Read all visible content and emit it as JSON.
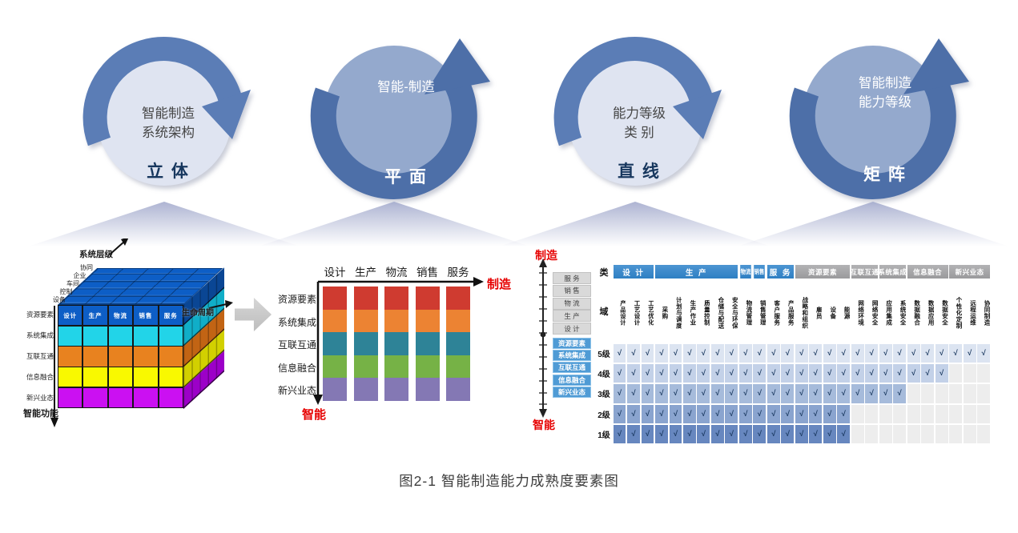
{
  "caption": "图2-1 智能制造能力成熟度要素图",
  "colors": {
    "cycle_arc": "#4d6fa8",
    "cycle_arc_light_style": "#5b7db6",
    "cycle_fill_light": "#dfe4f1",
    "cycle_fill_medium": "#94a9cd",
    "keyword_navy": "#17375e",
    "red_accent": "#e60000",
    "header_blue": "#2e7fc3",
    "header_gray": "#9fa0a2",
    "axis_box_blue": "#4f9bd5",
    "axis_box_gray": "#d9d9d9",
    "check_color": "#17365d",
    "empty_cell": "#ededed"
  },
  "cycles": [
    {
      "lines": [
        "智能制造",
        "系统架构"
      ],
      "keyword": "立 体",
      "style": "light"
    },
    {
      "lines": [
        "智能-制造"
      ],
      "keyword": "平 面",
      "style": "dark"
    },
    {
      "lines": [
        "能力等级",
        "类 别"
      ],
      "keyword": "直 线",
      "style": "light"
    },
    {
      "lines": [
        "智能制造",
        "能力等级"
      ],
      "keyword": "矩 阵",
      "style": "dark"
    }
  ],
  "cube": {
    "axis_system_level": "系统层级",
    "axis_intelligent_function": "智能功能",
    "axis_lifecycle": "生命周期",
    "system_levels": [
      "协同",
      "企业",
      "车间",
      "控制",
      "设备"
    ],
    "function_layers": [
      "资源要素",
      "系统集成",
      "互联互通",
      "信息融合",
      "新兴业态"
    ],
    "lifecycle_stages": [
      "设计",
      "生产",
      "物流",
      "销售",
      "服务"
    ],
    "layer_colors": [
      "#0d5ec6",
      "#22d4e8",
      "#e8821f",
      "#f9f900",
      "#cb10f2"
    ],
    "layer_side_colors": [
      "#0a4694",
      "#10aec8",
      "#c26414",
      "#d2d000",
      "#9c00c8"
    ]
  },
  "bar_chart": {
    "type": "stacked-bar",
    "columns": [
      "设计",
      "生产",
      "物流",
      "销售",
      "服务"
    ],
    "rows": [
      "资源要素",
      "系统集成",
      "互联互通",
      "信息融合",
      "新兴业态"
    ],
    "segments_per_bar": 5,
    "segment_colors": [
      "#cf3b30",
      "#ec8333",
      "#2e8397",
      "#76b246",
      "#8478b4"
    ],
    "x_axis_label": "制造",
    "y_axis_label": "智能"
  },
  "matrix": {
    "top_axis_label": "制造",
    "bottom_axis_label": "智能",
    "axis_boxes_gray": [
      "服 务",
      "销 售",
      "物 流",
      "生 产",
      "设 计"
    ],
    "axis_boxes_blue": [
      "资源要素",
      "系统集成",
      "互联互通",
      "信息融合",
      "新兴业态"
    ],
    "corner_category": "类",
    "corner_domain": "域",
    "categories": [
      {
        "label": "设 计",
        "span": 3,
        "type": "blue"
      },
      {
        "label": "生 产",
        "span": 6,
        "type": "blue"
      },
      {
        "label": "物流",
        "span": 1,
        "type": "blue",
        "narrow": true
      },
      {
        "label": "销售",
        "span": 1,
        "type": "blue",
        "narrow": true
      },
      {
        "label": "服 务",
        "span": 2,
        "type": "blue"
      },
      {
        "label": "资源要素",
        "span": 4,
        "type": "gray"
      },
      {
        "label": "互联互通",
        "span": 2,
        "type": "gray"
      },
      {
        "label": "系统集成",
        "span": 2,
        "type": "gray"
      },
      {
        "label": "信息融合",
        "span": 3,
        "type": "gray"
      },
      {
        "label": "新兴业态",
        "span": 3,
        "type": "gray"
      }
    ],
    "domains": [
      "产品设计",
      "工艺设计",
      "工艺优化",
      "采购",
      "计划与调度",
      "生产作业",
      "质量控制",
      "仓储与配送",
      "安全与环保",
      "物流管理",
      "销售管理",
      "客户服务",
      "产品服务",
      "战略和组织",
      "雇员",
      "设备",
      "能源",
      "网络环境",
      "网络安全",
      "应用集成",
      "系统安全",
      "数据融合",
      "数据应用",
      "数据安全",
      "个性化定制",
      "远程运维",
      "协同制造"
    ],
    "levels": [
      {
        "label": "5级",
        "checks": 27,
        "row_color": "#dce4f1"
      },
      {
        "label": "4级",
        "checks": 24,
        "row_color": "#c3d1e8"
      },
      {
        "label": "3级",
        "checks": 21,
        "row_color": "#a6bbdb"
      },
      {
        "label": "2级",
        "checks": 17,
        "row_color": "#8aa4cf"
      },
      {
        "label": "1级",
        "checks": 17,
        "row_color": "#6787bf"
      }
    ],
    "check_glyph": "√"
  }
}
